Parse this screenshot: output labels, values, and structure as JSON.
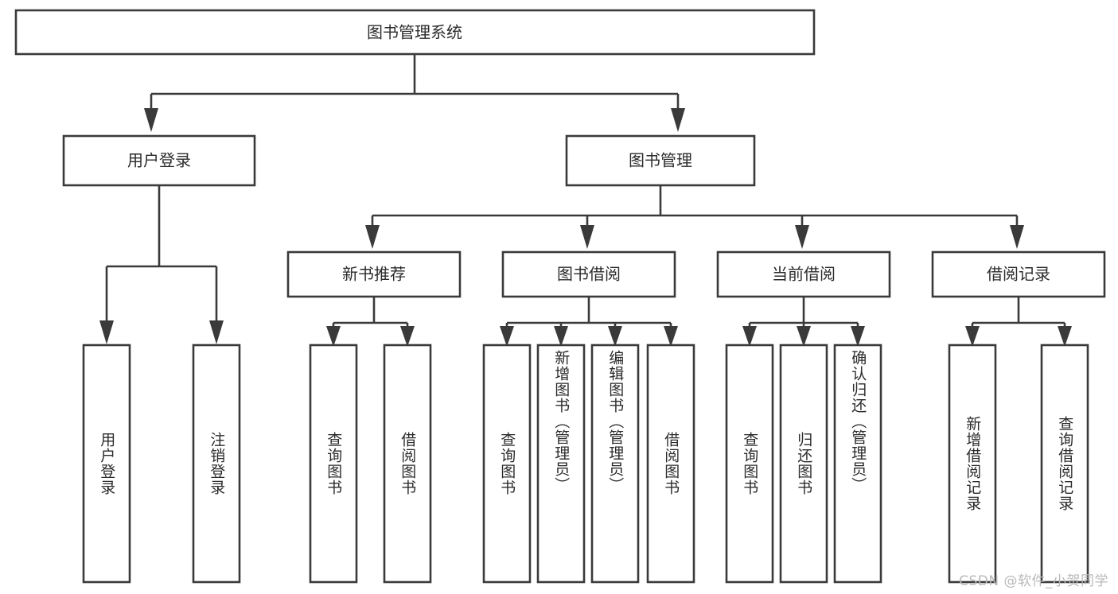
{
  "diagram": {
    "title": "图书管理系统",
    "type": "tree-hierarchy",
    "watermark": "CSDN @软件_小贺同学",
    "colors": {
      "stroke": "#3a3a3a",
      "fill": "#ffffff",
      "text": "#2b2b2b",
      "watermark": "#b9b9b9",
      "background": "#ffffff"
    },
    "root": {
      "label": "图书管理系统"
    },
    "level2": [
      {
        "label": "用户登录"
      },
      {
        "label": "图书管理"
      }
    ],
    "level3": [
      {
        "label": "新书推荐"
      },
      {
        "label": "图书借阅"
      },
      {
        "label": "当前借阅"
      },
      {
        "label": "借阅记录"
      }
    ],
    "leaves": {
      "user_login": [
        {
          "label": "用户登录"
        },
        {
          "label": "注销登录"
        }
      ],
      "new_book": [
        {
          "label": "查询图书"
        },
        {
          "label": "借阅图书"
        }
      ],
      "book_borrow": [
        {
          "label": "查询图书"
        },
        {
          "label": "新增图书（管理员）"
        },
        {
          "label": "编辑图书（管理员）"
        },
        {
          "label": "借阅图书"
        }
      ],
      "current_borrow": [
        {
          "label": "查询图书"
        },
        {
          "label": "归还图书"
        },
        {
          "label": "确认归还（管理员）"
        }
      ],
      "borrow_record": [
        {
          "label": "新增借阅记录"
        },
        {
          "label": "查询借阅记录"
        }
      ]
    }
  }
}
